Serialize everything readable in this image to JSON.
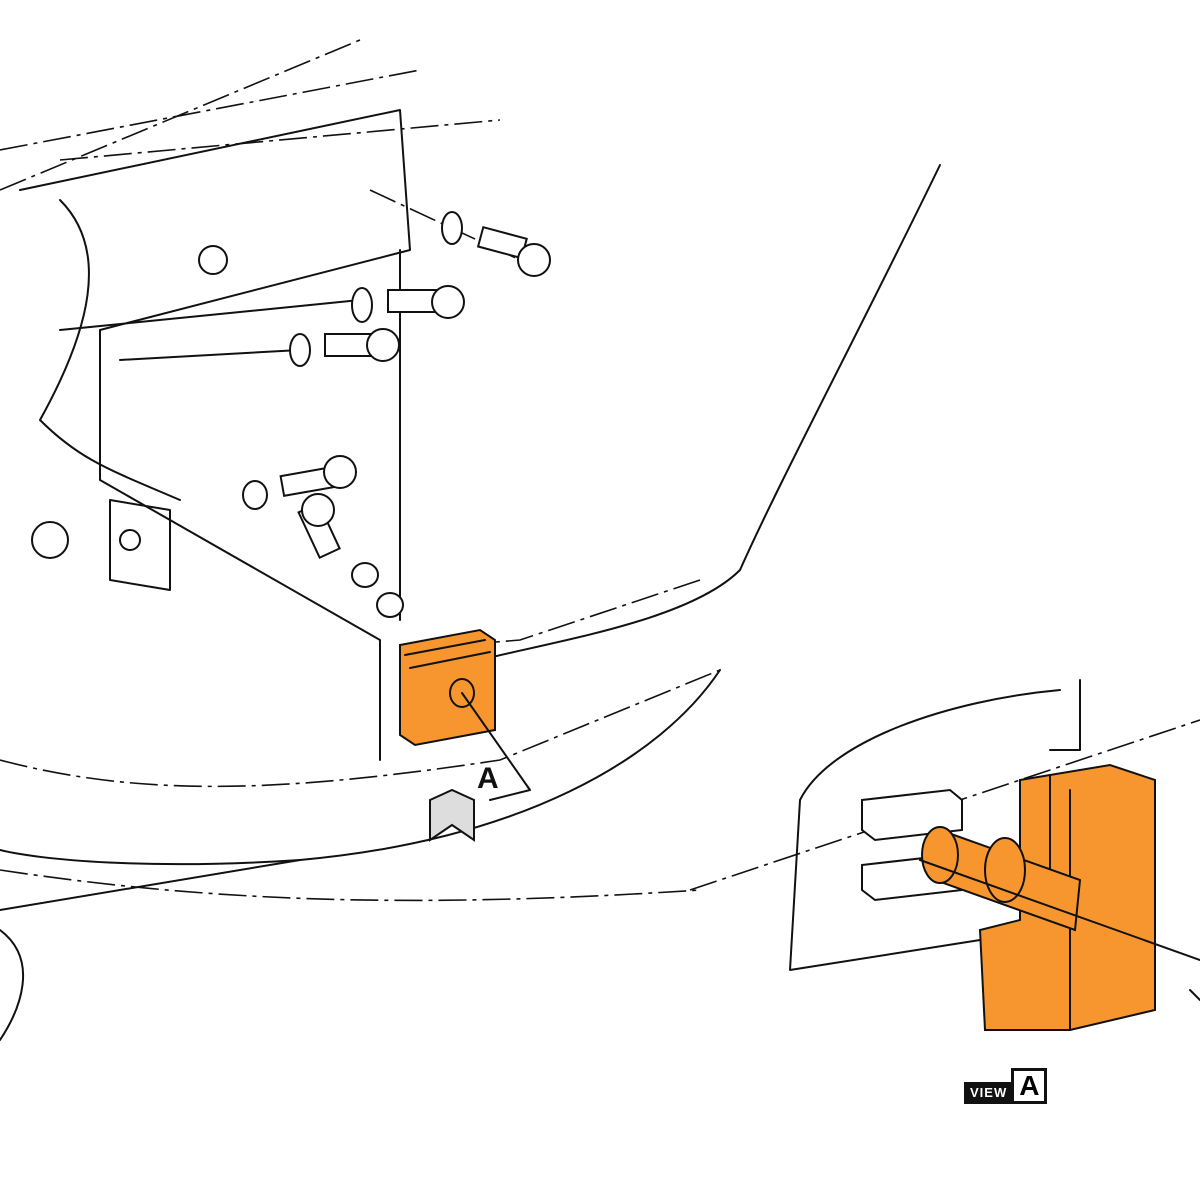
{
  "diagram": {
    "callout_label": "A",
    "view_label": {
      "word": "VIEW",
      "letter": "A"
    },
    "colors": {
      "highlight": "#F7962F",
      "line": "#111111"
    }
  }
}
